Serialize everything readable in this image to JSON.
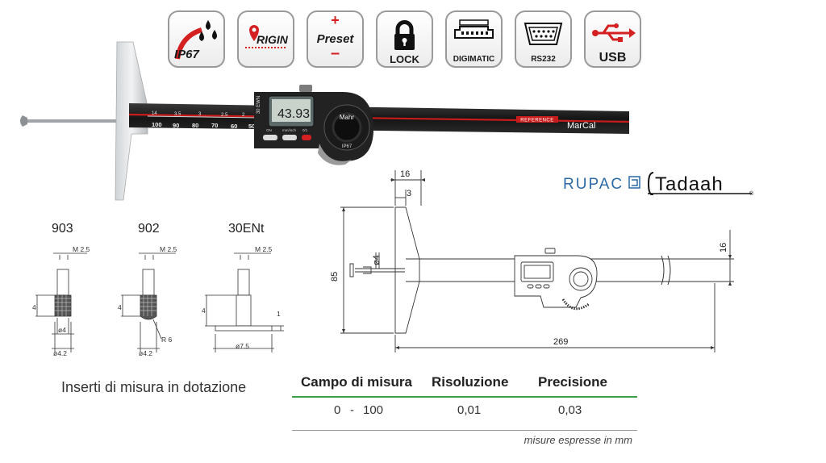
{
  "icons": [
    {
      "name": "ip67",
      "label": "IP67"
    },
    {
      "name": "origin",
      "label": "RIGIN"
    },
    {
      "name": "preset",
      "label": "Preset"
    },
    {
      "name": "lock",
      "label": "LOCK"
    },
    {
      "name": "digimatic",
      "label": "DIGIMATIC"
    },
    {
      "name": "rs232",
      "label": "RS232"
    },
    {
      "name": "usb",
      "label": "USB"
    }
  ],
  "gauge": {
    "display_value": "43.93",
    "brand": "Mahr",
    "reference_label": "REFERENCE",
    "model": "MarCal",
    "rating": "IP67",
    "head_code": "30 EWN",
    "scale_numbers": [
      "100",
      "90",
      "80",
      "70",
      "60",
      "50"
    ],
    "button_labels": [
      "ON",
      "mm/inch",
      "0/1"
    ]
  },
  "brands": {
    "rupac": "RUPAC",
    "tadaah": "Tadaah"
  },
  "inserts": {
    "i903": {
      "title": "903",
      "thread": "M 2.5",
      "height": "4",
      "dia": "ø4",
      "dia2": "ø4.2"
    },
    "i902": {
      "title": "902",
      "thread": "M 2.5",
      "height": "4",
      "radius": "R 6",
      "dia": "ø4.2"
    },
    "i30": {
      "title": "30ENt",
      "thread": "M 2.5",
      "height": "4",
      "step": "1",
      "dia": "ø7.5"
    }
  },
  "drawing": {
    "w16": "16",
    "w3": "3",
    "d4": "ø4",
    "h85": "85",
    "l269": "269",
    "h16": "16"
  },
  "caption": "Inserti di misura in dotazione",
  "table": {
    "headers": [
      "Campo di misura",
      "Risoluzione",
      "Precisione"
    ],
    "range_from": "0",
    "range_sep": "-",
    "range_to": "100",
    "resolution": "0,01",
    "precision": "0,03",
    "note": "misure espresse in mm"
  },
  "colors": {
    "accent_red": "#d42020",
    "green": "#3aa04a",
    "body_dark": "#1f1f1f"
  }
}
